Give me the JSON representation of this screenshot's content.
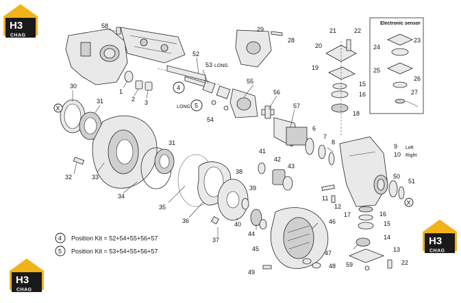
{
  "sensor_box_title": "Electronic sensor",
  "labels": {
    "n1": "1",
    "n2": "2",
    "n3": "3",
    "n4": "4",
    "n5": "5",
    "n6": "6",
    "n7": "7",
    "n8": "8",
    "n9": "9",
    "n10": "10",
    "n11": "11",
    "n12": "12",
    "n13": "13",
    "n14": "14",
    "n15": "15",
    "n15b": "15",
    "n16": "16",
    "n16b": "16",
    "n17": "17",
    "n18": "18",
    "n19": "19",
    "n20": "20",
    "n21": "21",
    "n22": "22",
    "n22b": "22",
    "n23": "23",
    "n24": "24",
    "n25": "25",
    "n26": "26",
    "n27": "27",
    "n28": "28",
    "n29": "29",
    "n30": "30",
    "n31": "31",
    "n31b": "31",
    "n32": "32",
    "n33": "33",
    "n34": "34",
    "n35": "35",
    "n36": "36",
    "n37": "37",
    "n38": "38",
    "n39": "39",
    "n40": "40",
    "n41": "41",
    "n42": "42",
    "n43": "43",
    "n44": "44",
    "n45": "45",
    "n46": "46",
    "n47": "47",
    "n48": "48",
    "n49": "49",
    "n50": "50",
    "n51": "51",
    "n52": "52",
    "n53": "53",
    "n54": "54",
    "n55": "55",
    "n56": "56",
    "n57": "57",
    "n58": "58",
    "n59": "59"
  },
  "side_left": "Left",
  "side_right": "Right",
  "long_upper": "LONG",
  "long_lower": "LONG",
  "callout_4": "4",
  "callout_5": "5",
  "kit_marker_4": "4",
  "kit_marker_5": "5",
  "kit_text_4": "Position Kit = 52+54+55+56+57",
  "kit_text_5": "Position Kit = 53+54+55+56+57",
  "x_mark_left": "X",
  "x_mark_right": "X",
  "logo": {
    "letters": "H3",
    "sub": "CHAG",
    "color": "#f2b21a",
    "dark": "#1a1a1a"
  }
}
